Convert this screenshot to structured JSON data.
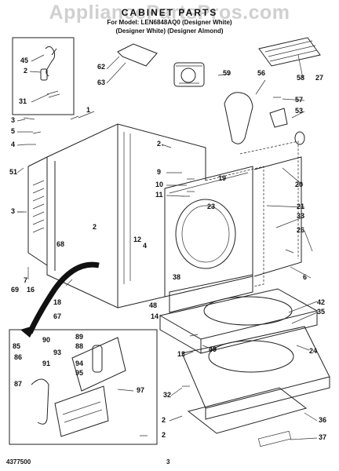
{
  "header": {
    "watermark": "AppliancePartsPros.com",
    "title": "CABINET PARTS",
    "model": "For Model: LEN6848AQ0 (Designer White)",
    "variant": "(Designer White) (Designer Almond)"
  },
  "footer": {
    "doc_number": "4377500",
    "page_number": "3"
  },
  "callouts": [
    "45",
    "2",
    "31",
    "3",
    "5",
    "4",
    "51",
    "3",
    "7",
    "69",
    "16",
    "18",
    "67",
    "62",
    "63",
    "59",
    "56",
    "58",
    "27",
    "1",
    "2",
    "9",
    "10",
    "11",
    "19",
    "57",
    "53",
    "20",
    "21",
    "33",
    "26",
    "23",
    "12",
    "68",
    "2",
    "4",
    "38",
    "6",
    "48",
    "14",
    "42",
    "35",
    "49",
    "13",
    "24",
    "90",
    "93",
    "91",
    "94",
    "85",
    "86",
    "89",
    "88",
    "95",
    "97",
    "87",
    "32",
    "2",
    "36",
    "37",
    "2"
  ],
  "colors": {
    "ink": "#111111",
    "background": "#ffffff"
  }
}
